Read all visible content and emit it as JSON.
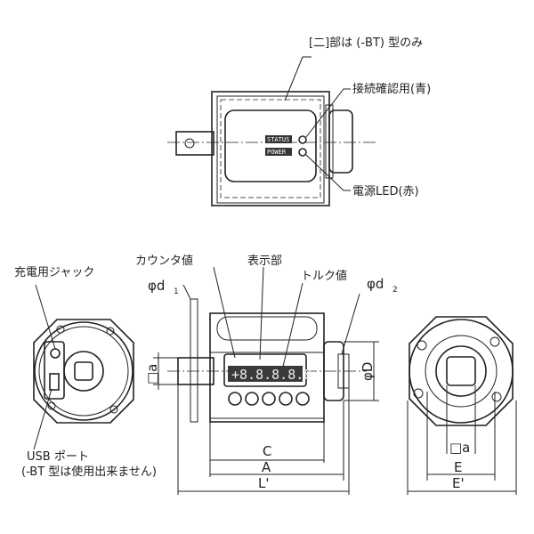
{
  "top_view": {
    "bt_note": "[二]部は (-BT) 型のみ",
    "connection_led": "接続確認用(青)",
    "power_led": "電源LED(赤)",
    "status_label": "STATUS",
    "power_label": "POWER"
  },
  "front_view": {
    "counter": "カウンタ値",
    "display": "表示部",
    "torque": "トルク値",
    "phi_d1": "φd",
    "phi_d1_sub": "1",
    "phi_d2": "φd",
    "phi_d2_sub": "2",
    "phi_D": "φD",
    "square_a": "□a",
    "dim_C": "C",
    "dim_A": "A",
    "dim_L": "L'",
    "display_digits": "+8.8.8.8.8"
  },
  "left_view": {
    "charging_jack": "充電用ジャック",
    "usb_port": "USB ポート",
    "usb_note": "(-BT 型は使用出来ません)"
  },
  "right_view": {
    "square_a": "□a",
    "dim_E": "E",
    "dim_E2": "E'"
  }
}
